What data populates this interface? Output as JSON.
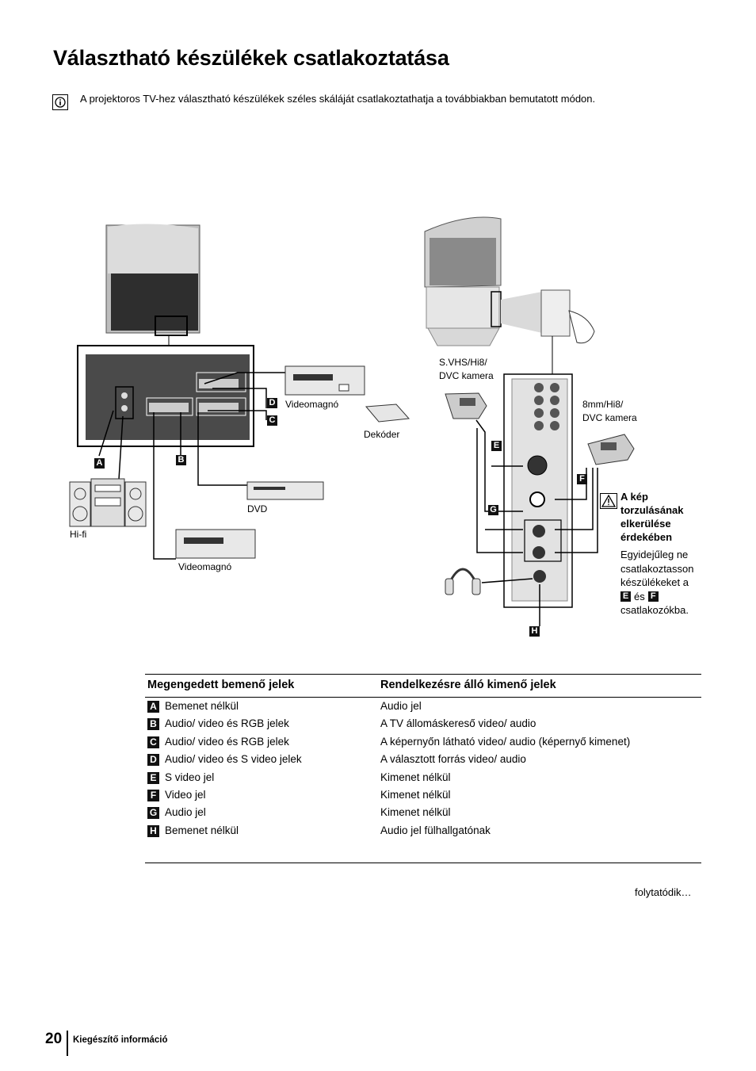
{
  "page": {
    "title": "Választható készülékek csatlakoztatása",
    "intro": "A projektoros TV-hez választható készülékek széles skáláját csatlakoztathatja a továbbiakban bemutatott módon."
  },
  "diagram": {
    "labels": {
      "videomagno_1": "Videomagnó",
      "dekoder": "Dekóder",
      "dvd": "DVD",
      "hifi": "Hi-fi",
      "videomagno_2": "Videomagnó",
      "svhs_cam": [
        "S.VHS/Hi8/",
        "DVC kamera"
      ],
      "mm8_cam": [
        "8mm/Hi8/",
        "DVC kamera"
      ]
    },
    "letters": {
      "A": "A",
      "B": "B",
      "C": "C",
      "D": "D",
      "E": "E",
      "F": "F",
      "G": "G",
      "H": "H"
    },
    "warning": {
      "title": [
        "A kép",
        "torzulásának",
        "elkerülése",
        "érdekében"
      ],
      "body_lines": [
        "Egyidejűleg ne",
        "csatlakoztasson",
        "készülékeket a"
      ],
      "conj": "és",
      "last_line": "csatlakozókba.",
      "letter1": "E",
      "letter2": "F"
    }
  },
  "table": {
    "header_in": "Megengedett bemenő jelek",
    "header_out": "Rendelkezésre álló kimenő jelek",
    "rows": [
      {
        "letter": "A",
        "in": "Bemenet nélkül",
        "out": "Audio jel"
      },
      {
        "letter": "B",
        "in": "Audio/ video és RGB jelek",
        "out": "A TV állomáskereső video/ audio"
      },
      {
        "letter": "C",
        "in": "Audio/ video és RGB jelek",
        "out": "A képernyőn látható video/ audio (képernyő kimenet)"
      },
      {
        "letter": "D",
        "in": "Audio/ video és S video jelek",
        "out": "A választott forrás video/ audio"
      },
      {
        "letter": "E",
        "in": "S video jel",
        "out": "Kimenet nélkül"
      },
      {
        "letter": "F",
        "in": "Video jel",
        "out": "Kimenet nélkül"
      },
      {
        "letter": "G",
        "in": "Audio jel",
        "out": "Kimenet nélkül"
      },
      {
        "letter": "H",
        "in": "Bemenet nélkül",
        "out": "Audio jel fülhallgatónak"
      }
    ]
  },
  "footer": {
    "continued": "folytatódik…",
    "page_number": "20",
    "section": "Kiegészítő információ"
  },
  "icons": [
    "info-icon",
    "warning-icon"
  ]
}
